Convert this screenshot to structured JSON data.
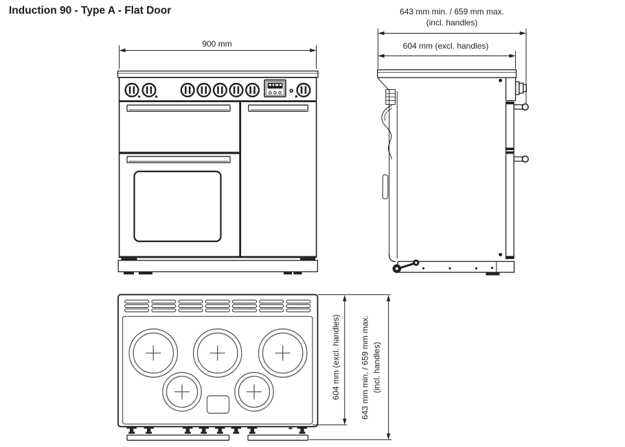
{
  "title": "Induction 90 - Type A - Flat Door",
  "colors": {
    "line": "#231f20",
    "zone_line": "#58595b",
    "background": "#ffffff"
  },
  "front_view": {
    "width_label": "900 mm"
  },
  "side_view": {
    "depth_incl_handles_line1": "643 mm min. / 659 mm max.",
    "depth_incl_handles_line2": "(incl. handles)",
    "depth_excl_handles": "604 mm (excl. handles)"
  },
  "top_view": {
    "depth_excl_handles": "604 mm (excl. handles)",
    "depth_incl_handles_line1": "643 mm min. / 659 mm max.",
    "depth_incl_handles_line2": "(incl. handles)"
  }
}
